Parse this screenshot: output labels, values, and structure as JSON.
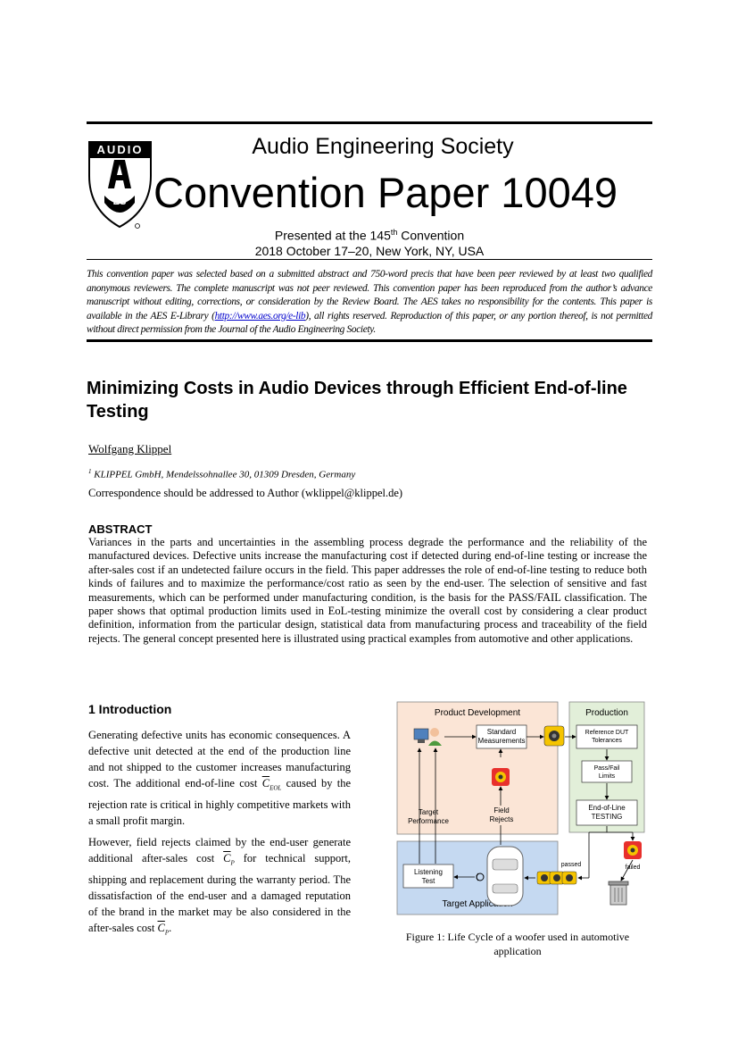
{
  "header": {
    "society": "Audio Engineering Society",
    "paper_title": "Convention Paper 10049",
    "presented": "Presented at the 145",
    "presented_sup": "th",
    "presented_end": " Convention",
    "dates": "2018 October 17–20, New York, NY, USA",
    "logo_top": "AUDIO",
    "logo_bottom": "ES"
  },
  "disclaimer": {
    "part1": "This convention paper was selected based on a submitted abstract and 750-word precis that have been peer reviewed by at least two qualified anonymous reviewers. The complete manuscript was not peer reviewed. This convention paper has been reproduced from the author’s advance manuscript without editing, corrections, or consideration by the Review Board. The AES takes no responsibility for the contents. This paper is available in the AES E-Library (",
    "link": "http://www.aes.org/e-lib",
    "part2": "), all rights reserved. Reproduction of this paper, or any portion thereof, is not permitted without direct permission from the Journal of the Audio Engineering Society."
  },
  "paper": {
    "title": "Minimizing Costs in Audio Devices through Efficient End-of-line Testing",
    "author": "Wolfgang Klippel",
    "affiliation_sup": "1",
    "affiliation": " KLIPPEL GmbH, Mendelssohnallee 30, 01309 Dresden, Germany",
    "correspondence": "Correspondence should be addressed to Author (wklippel@klippel.de)"
  },
  "abstract": {
    "heading": "ABSTRACT",
    "text": "Variances in the parts and uncertainties in the assembling process degrade the performance and the reliability of the manufactured devices. Defective units increase the manufacturing cost if detected during end-of-line testing or increase the after-sales cost if an undetected failure occurs in the field. This paper addresses the role of end-of-line testing to reduce both kinds of failures and to maximize the performance/cost ratio as seen by the end-user. The selection of sensitive and fast measurements, which can be performed under manufacturing condition, is the basis for the PASS/FAIL classification. The paper shows that optimal production limits used in EoL-testing minimize the overall cost by considering a clear product definition, information from the particular design, statistical data from manufacturing process and traceability of the field rejects. The general concept presented here is illustrated using practical examples from automotive and other applications."
  },
  "intro": {
    "heading": "1   Introduction",
    "p1a": "Generating defective units has economic consequences. A defective unit detected at the end of the production line and not shipped to the customer increases manufacturing cost. The additional end-of-line cost",
    "p1b": "caused by the rejection rate is critical in highly competitive markets with a small profit margin.",
    "p2a": "However, field rejects claimed by the end-user generate additional after-sales cost",
    "p2b": "for technical support, shipping and replacement during the warranty period. The dissatisfaction of the end-user and a damaged reputation of the brand in the market may be also considered in the after-sales cost",
    "p2c": ".",
    "sym_c": "C",
    "sub_eol": "EOL",
    "sub_p": "P"
  },
  "figure": {
    "product_development": "Product Development",
    "production": "Production",
    "standard_measurements_1": "Standard",
    "standard_measurements_2": "Measurements",
    "reference_1": "Reference DUT",
    "reference_2": "Tolerances",
    "passfail_1": "Pass/Fail",
    "passfail_2": "Limits",
    "eol_1": "End-of-Line",
    "eol_2": "TESTING",
    "target_perf_1": "Target",
    "target_perf_2": "Performance",
    "field_rejects_1": "Field",
    "field_rejects_2": "Rejects",
    "listening_1": "Listening",
    "listening_2": "Test",
    "target_application": "Target Application",
    "passed": "passed",
    "failed": "failed",
    "caption": "Figure 1: Life Cycle of a woofer used in automotive application",
    "colors": {
      "dev_bg": "#fbe5d6",
      "prod_bg": "#e2efd9",
      "app_bg": "#c5d9f1",
      "speaker": "#f5c400",
      "reject": "#e8302c"
    }
  }
}
